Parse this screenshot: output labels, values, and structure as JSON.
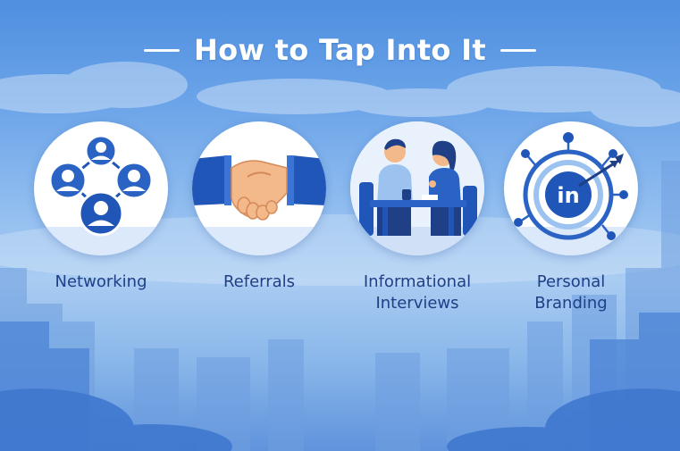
{
  "title": "How to Tap Into It",
  "items": [
    {
      "id": "networking",
      "icon": "network-people-icon",
      "lines": [
        "Networking"
      ]
    },
    {
      "id": "referrals",
      "icon": "handshake-icon",
      "lines": [
        "Referrals"
      ]
    },
    {
      "id": "informational-interviews",
      "icon": "interview-people-icon",
      "lines": [
        "Informational",
        "Interviews"
      ]
    },
    {
      "id": "personal-branding",
      "icon": "linkedin-target-icon",
      "lines": [
        "Personal",
        "Branding"
      ],
      "badge_text": "in"
    }
  ],
  "colors": {
    "primary_blue": "#1f56b8",
    "label_text": "#1f3f86",
    "title_text": "#ffffff",
    "skin": "#f3b98a"
  }
}
